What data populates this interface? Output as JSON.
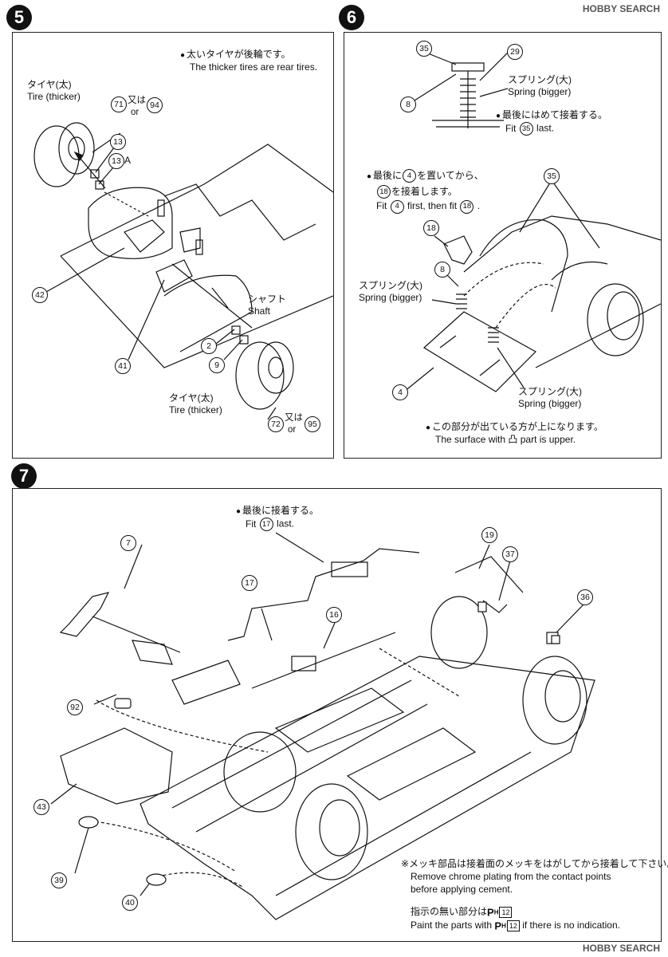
{
  "steps": {
    "s5": "5",
    "s6": "6",
    "s7": "7"
  },
  "step5": {
    "note_jp": "太いタイヤが後輪です。",
    "note_en": "The thicker tires are rear tires.",
    "tire_top_jp": "タイヤ(太)",
    "tire_top_en": "Tire (thicker)",
    "or_jp": "又は",
    "or_en": "or",
    "shaft_jp": "シャフト",
    "shaft_en": "Shaft",
    "tire_bottom_jp": "タイヤ(太)",
    "tire_bottom_en": "Tire (thicker)",
    "parts": {
      "p71": "71",
      "p94": "94",
      "p13": "13",
      "p13a": "13",
      "p13a_suffix": "A",
      "p42": "42",
      "p41": "41",
      "p2": "2",
      "p9": "9",
      "p72": "72",
      "p95": "95"
    }
  },
  "step6": {
    "spring_top_jp": "スプリング(大)",
    "spring_top_en": "Spring (bigger)",
    "fit35_jp": "最後にはめて接着する。",
    "fit35_en_pre": "Fit",
    "fit35_en_post": "last.",
    "mid_jp_1_pre": "最後に",
    "mid_jp_1_post": "を置いてから、",
    "mid_jp_2_post": "を接着します。",
    "mid_en_pre": "Fit",
    "mid_en_mid": "first, then fit",
    "mid_en_post": ".",
    "spring_left_jp": "スプリング(大)",
    "spring_left_en": "Spring (bigger)",
    "spring_right_jp": "スプリング(大)",
    "spring_right_en": "Spring (bigger)",
    "upper_jp": "この部分が出ている方が上になります。",
    "upper_en_pre": "The surface with",
    "upper_en_post": "part is upper.",
    "upper_symbol": "凸",
    "parts": {
      "p35a": "35",
      "p29": "29",
      "p8a": "8",
      "p35b": "35",
      "p35c": "35",
      "p4a": "4",
      "p18a": "18",
      "p18b": "18",
      "p8b": "8",
      "p4b": "4"
    }
  },
  "step7": {
    "fit_jp": "最後に接着する。",
    "fit_en_pre": "Fit",
    "fit_en_post": "last.",
    "chrome_jp": "※メッキ部品は接着面のメッキをはがしてから接着して下さい。",
    "chrome_en_1": "Remove chrome plating from the contact points",
    "chrome_en_2": "before applying cement.",
    "paint_jp_pre": "指示の無い部分は",
    "paint_jp_post": "",
    "paint_en_pre": "Paint the parts with",
    "paint_en_post": "if there is no indication.",
    "paint_letter": "P",
    "paint_sub": "H",
    "paint_code": "12",
    "parts": {
      "p17a": "17",
      "p17b": "17",
      "p7": "7",
      "p16": "16",
      "p19": "19",
      "p37": "37",
      "p36": "36",
      "p92": "92",
      "p43": "43",
      "p39": "39",
      "p40": "40"
    }
  },
  "watermark": "HOBBY SEARCH"
}
